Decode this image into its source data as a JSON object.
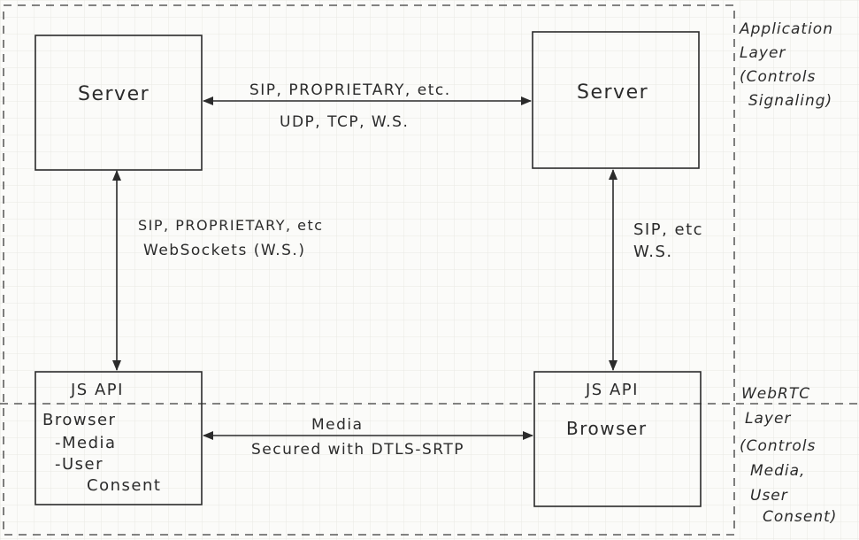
{
  "layers": {
    "application": {
      "lines": [
        "Application",
        "Layer",
        "(Controls",
        "Signaling)"
      ]
    },
    "webrtc": {
      "lines": [
        "WebRTC",
        "Layer",
        "(Controls",
        "Media,",
        "User",
        "Consent)"
      ]
    }
  },
  "boxes": {
    "server_left": {
      "label": "Server"
    },
    "server_right": {
      "label": "Server"
    },
    "browser_left": {
      "api": "JS API",
      "lines": [
        "Browser",
        "-Media",
        "-User",
        "Consent"
      ]
    },
    "browser_right": {
      "api": "JS API",
      "label": "Browser"
    }
  },
  "connections": {
    "server_to_server": {
      "line1": "SIP, PROPRIETARY, etc.",
      "line2": "UDP, TCP, W.S."
    },
    "left_vertical": {
      "line1": "SIP, PROPRIETARY, etc",
      "line2": "WebSockets (W.S.)"
    },
    "right_vertical": {
      "line1": "SIP, etc",
      "line2": "W.S."
    },
    "browser_to_browser": {
      "line1": "Media",
      "line2": "Secured with DTLS-SRTP"
    }
  },
  "colors": {
    "ink": "#2b2b2b",
    "paper": "#fbfbf9",
    "grid": "#e6e6e2"
  }
}
